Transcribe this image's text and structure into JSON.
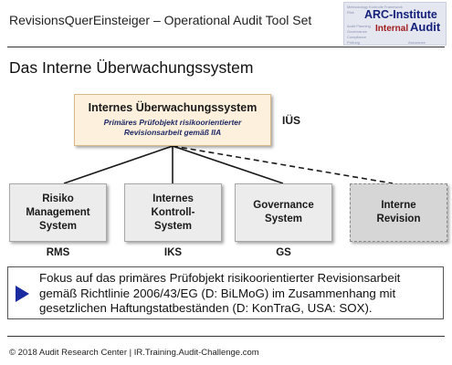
{
  "header": {
    "title": "RevisionsQuerEinsteiger – Operational Audit Tool Set",
    "logo": {
      "line1": "ARC-Institute",
      "line2": "Internal",
      "line3": "Audit"
    }
  },
  "slide_title": "Das Interne Überwachungssystem",
  "top_box": {
    "title": "Internes Überwachungssystem",
    "subtitle_line1": "Primäres Prüfobjekt risikoorientierter",
    "subtitle_line2": "Revisionsarbeit gemäß IIA",
    "abbr": "IÜS"
  },
  "systems": [
    {
      "label": "Risiko\nManagement\nSystem",
      "abbr": "RMS"
    },
    {
      "label": "Internes\nKontroll-\nSystem",
      "abbr": "IKS"
    },
    {
      "label": "Governance\nSystem",
      "abbr": "GS"
    },
    {
      "label": "Interne\nRevision",
      "abbr": ""
    }
  ],
  "info": {
    "text": "Fokus auf das primäres Prüfobjekt risikoorientierter Revisionsarbeit gemäß Richtlinie 2006/43/EG (D: BiLMoG) im Zusammenhang mit gesetzlichen Haftungstatbeständen (D: KonTraG, USA: SOX)."
  },
  "footer": "© 2018 Audit Research Center | IR.Training.Audit-Challenge.com",
  "colors": {
    "top_box_fill": "#fdf0dc",
    "system_fill": "#ececec",
    "revision_fill": "#d6d6d6",
    "arrow": "#1a2aa0",
    "subtitle": "#1f2a66"
  }
}
